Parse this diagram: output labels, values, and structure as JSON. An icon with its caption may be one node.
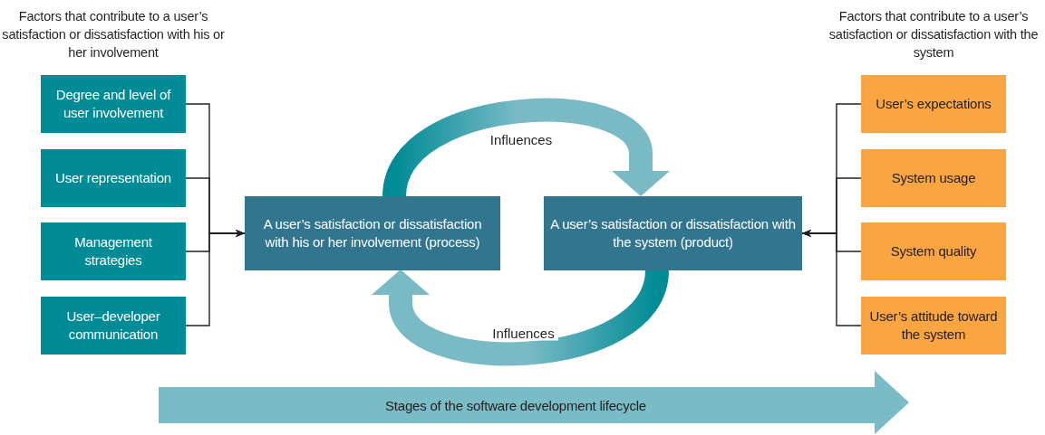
{
  "diagram": {
    "nodes": [
      {
        "text": [
          "Degree and level of user involvement"
        ]
      },
      {
        "text": [
          "User representation"
        ]
      },
      {
        "text": [
          "Management strategies"
        ]
      },
      {
        "text": [
          "User–developer communication"
        ]
      },
      {
        "text": [
          "A user’s satisfaction or dissatisfaction with his or her involvement (process)"
        ]
      },
      {
        "text": [
          "A user’s satisfaction or dissatisfaction with the system (product)"
        ]
      },
      {
        "text": [
          "User’s expectations"
        ]
      },
      {
        "text": [
          "System usage"
        ]
      },
      {
        "text": [
          "System quality"
        ]
      },
      {
        "text": [
          "User’s attitude toward the system"
        ]
      },
      {
        "text": [
          "Stages of the software development lifecycle"
        ]
      }
    ],
    "edges": [
      {
        "from": 0,
        "to": 4,
        "arrow": "to"
      },
      {
        "from": 1,
        "to": 4,
        "arrow": "to"
      },
      {
        "from": 2,
        "to": 4,
        "arrow": "to"
      },
      {
        "from": 3,
        "to": 4,
        "arrow": "to"
      },
      {
        "from": 4,
        "to": 5,
        "arrow": "to",
        "label": "Influences",
        "style": "thick",
        "color": "#79bac5"
      },
      {
        "from": 5,
        "to": 4,
        "arrow": "to",
        "label": "Influences",
        "style": "thick",
        "color": "#79bac5"
      },
      {
        "from": 6,
        "to": 5,
        "arrow": "to"
      },
      {
        "from": 7,
        "to": 5,
        "arrow": "to"
      },
      {
        "from": 8,
        "to": 5,
        "arrow": "to"
      },
      {
        "from": 9,
        "to": 5,
        "arrow": "to"
      }
    ],
    "labels": [
      "Factors that contribute to a user’s satisfaction or dissatisfaction with his or her involvement",
      "Factors that contribute to a user’s satisfaction or dissatisfaction with the system"
    ]
  }
}
